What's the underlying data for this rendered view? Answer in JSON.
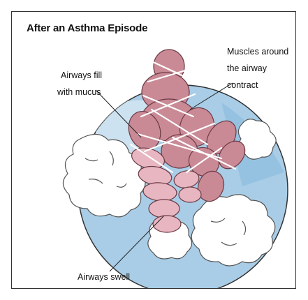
{
  "title": "After an Asthma Episode",
  "labels": {
    "muscles": [
      "Muscles around",
      "the airway",
      "contract"
    ],
    "mucus": [
      "Airways fill",
      "with mucus"
    ],
    "swell": "Airways swell"
  },
  "colors": {
    "circle_fill": "#a9cde6",
    "airway_fill": "#c98a96",
    "airway_light": "#e8b6c0",
    "cloud_fill": "#ffffff",
    "outline": "#333333"
  }
}
